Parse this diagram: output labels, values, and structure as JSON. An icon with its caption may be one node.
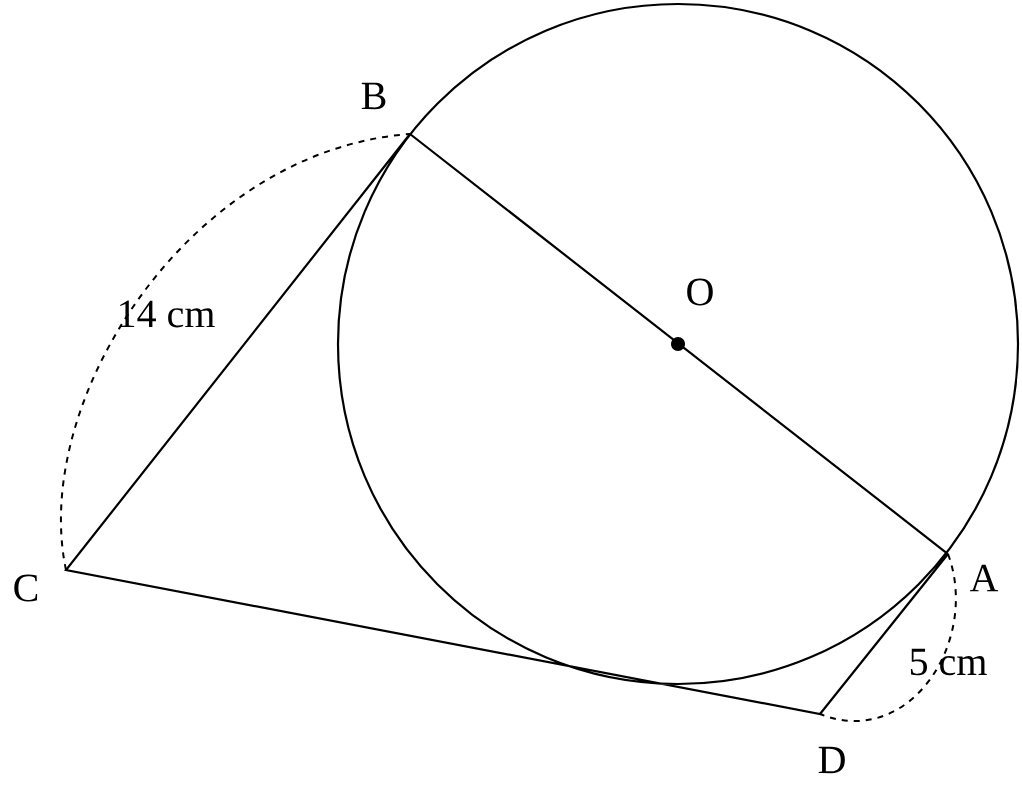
{
  "diagram": {
    "labels": [
      "B",
      "O",
      "14 cm",
      "C",
      "A",
      "5 cm",
      "D"
    ]
  }
}
